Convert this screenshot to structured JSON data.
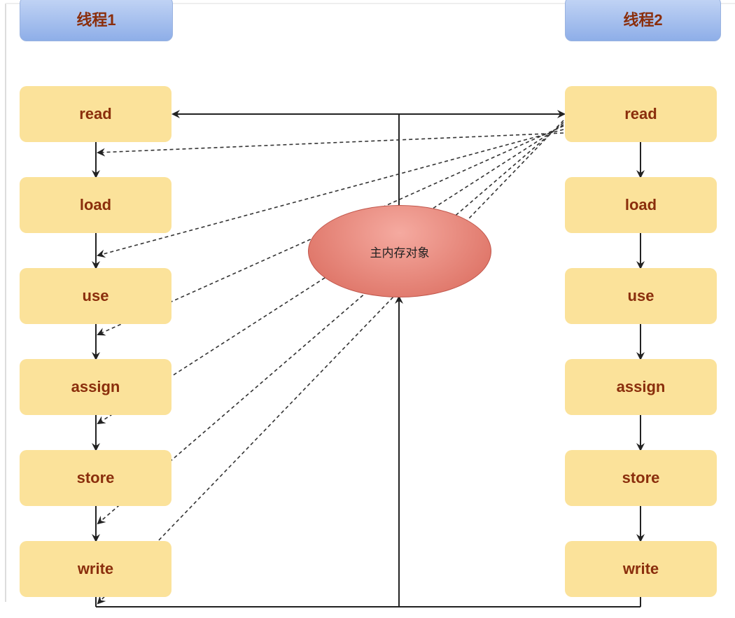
{
  "thread1": {
    "title": "线程1",
    "steps": [
      "read",
      "load",
      "use",
      "assign",
      "store",
      "write"
    ]
  },
  "thread2": {
    "title": "线程2",
    "steps": [
      "read",
      "load",
      "use",
      "assign",
      "store",
      "write"
    ]
  },
  "main_memory": "主内存对象",
  "colors": {
    "step_fill": "#fbe29a",
    "step_text": "#8a2e0c",
    "header_fill": "#a9c2f0",
    "ellipse_fill": "#e07a6c"
  }
}
